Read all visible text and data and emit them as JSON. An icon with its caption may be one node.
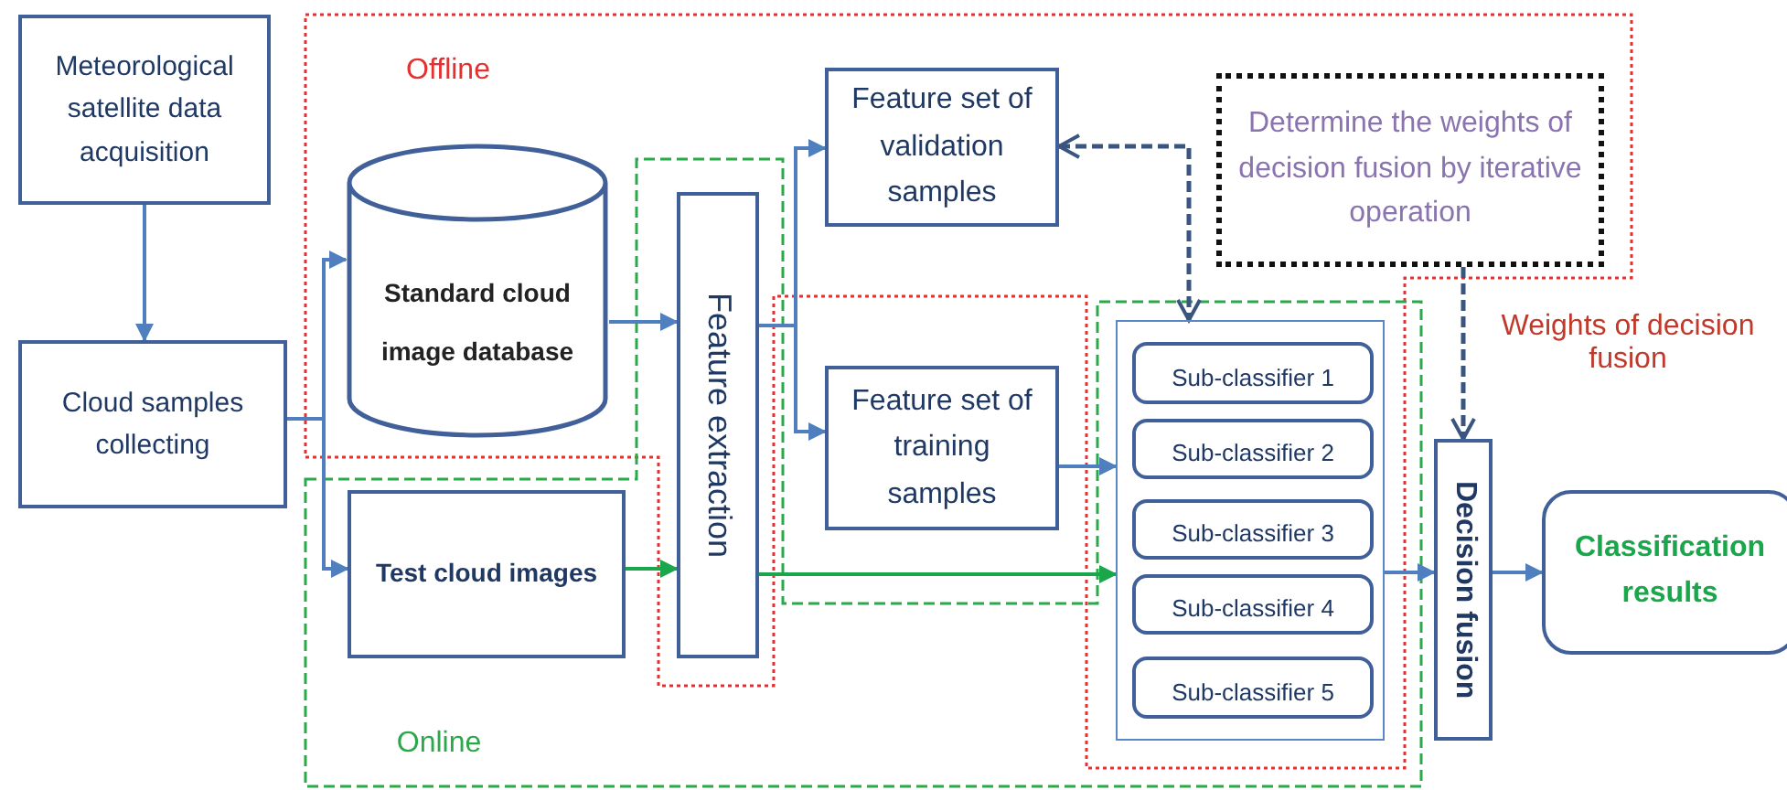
{
  "diagram": {
    "nodes": [
      {
        "text": [
          "Meteorological satellite data acquisition"
        ]
      },
      {
        "text": [
          "Cloud samples collecting"
        ]
      },
      {
        "text": [
          "Standard cloud image database"
        ]
      },
      {
        "text": [
          "Test cloud images"
        ]
      },
      {
        "text": [
          "Feature extraction"
        ]
      },
      {
        "text": [
          "Feature set of validation samples"
        ]
      },
      {
        "text": [
          "Feature set of training samples"
        ]
      },
      {
        "text": [],
        "shape": "box"
      },
      {
        "text": [
          "Sub-classifier 1"
        ],
        "in": 7
      },
      {
        "text": [
          "Sub-classifier 2"
        ],
        "in": 7
      },
      {
        "text": [
          "Sub-classifier 3"
        ],
        "in": 7
      },
      {
        "text": [
          "Sub-classifier 4"
        ],
        "in": 7
      },
      {
        "text": [
          "Sub-classifier 5"
        ],
        "in": 7
      },
      {
        "text": [
          "Determine the weights of decision fusion by iterative operation"
        ]
      },
      {
        "text": [
          "Decision fusion"
        ]
      },
      {
        "text": [
          "Classification results"
        ]
      }
    ],
    "edges": [
      {
        "from": 0,
        "to": 1,
        "arrow": "to"
      },
      {
        "from": 1,
        "to": 2,
        "arrow": "to"
      },
      {
        "from": 1,
        "to": 3,
        "arrow": "to"
      },
      {
        "from": 2,
        "to": 4,
        "arrow": "to"
      },
      {
        "from": 3,
        "to": 4,
        "arrow": "to",
        "color": "#1aa64a"
      },
      {
        "from": 4,
        "to": 5,
        "arrow": "to"
      },
      {
        "from": 4,
        "to": 6,
        "arrow": "to"
      },
      {
        "from": 6,
        "to": 7,
        "arrow": "to"
      },
      {
        "from": 4,
        "to": 7,
        "arrow": "to",
        "color": "#1aa64a"
      },
      {
        "from": 7,
        "to": 14,
        "arrow": "to"
      },
      {
        "from": 14,
        "to": 15,
        "arrow": "to"
      },
      {
        "from": 5,
        "to": 7,
        "arrow": "both",
        "style": "dashed",
        "color": "#3a5580"
      },
      {
        "from": 13,
        "to": 14,
        "arrow": "to",
        "style": "dashed",
        "color": "#3a5580"
      }
    ],
    "labels": [
      "Offline",
      "Weights of decision fusion",
      "Online"
    ]
  }
}
